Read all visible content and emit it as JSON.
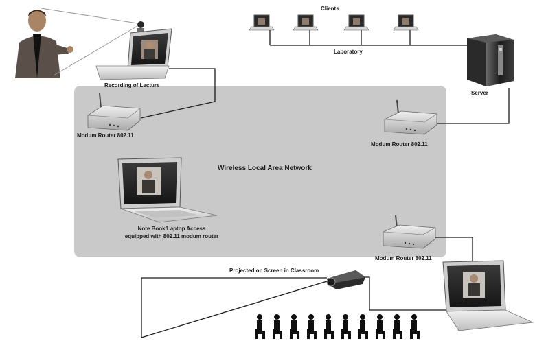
{
  "labels": {
    "clients": "Clients",
    "laboratory": "Laboratory",
    "server": "Server",
    "recording": "Recording of Lecture",
    "router_left": "Modum Router 802.11",
    "router_right": "Modum Router 802.11",
    "router_bottom": "Modum Router 802.11",
    "wlan": "Wireless Local Area Network",
    "notebook_line1": "Note Book/Laptop Access",
    "notebook_line2": "equipped with 802.11 modum router",
    "projected": "Projected on Screen in Classroom"
  },
  "colors": {
    "wlan_panel": "#c9c9c9",
    "line": "#1a1a1a",
    "device_body": "#e4e4e4",
    "screen": "#2c2c2c"
  },
  "icons": [
    "presenter-photo",
    "webcam-icon",
    "laptop-icon",
    "router-icon",
    "server-tower-icon",
    "projector-icon",
    "audience-silhouette-icon"
  ]
}
